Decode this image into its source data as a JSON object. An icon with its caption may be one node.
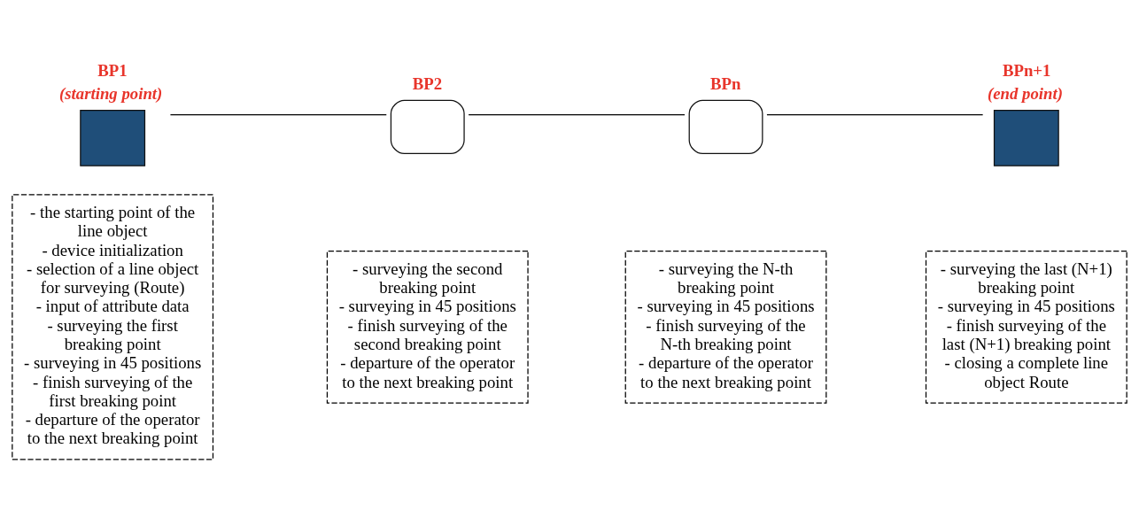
{
  "diagram": {
    "nodes": [
      {
        "text": [
          "BP1",
          "(starting point)"
        ]
      },
      {
        "text": [
          "BP2"
        ]
      },
      {
        "text": [
          "BPn"
        ]
      },
      {
        "text": [
          "BPn+1",
          "(end point)"
        ]
      },
      {
        "text": [
          "- the starting point of the line object",
          "- device initialization",
          "- selection of a line object for surveying (Route)",
          "- input of attribute data",
          "- surveying the first breaking point",
          "- surveying in 45 positions",
          "- finish surveying of the first breaking point",
          "- departure of the operator to the next breaking point"
        ]
      },
      {
        "text": [
          "- surveying the second breaking point",
          "- surveying in 45 positions",
          "- finish surveying of the second breaking point",
          "- departure of the operator to the next breaking point"
        ]
      },
      {
        "text": [
          "- surveying the N-th breaking point",
          "- surveying in 45 positions",
          "- finish surveying of the N-th breaking point",
          "- departure of the operator to the next breaking point"
        ]
      },
      {
        "text": [
          "- surveying the last (N+1) breaking point",
          "- surveying in 45 positions",
          "- finish surveying of the last (N+1) breaking point",
          "- closing a complete line object Route"
        ]
      }
    ],
    "edges": [
      {
        "from": 0,
        "to": 1,
        "arrow": "none"
      },
      {
        "from": 1,
        "to": 2,
        "arrow": "none"
      },
      {
        "from": 2,
        "to": 3,
        "arrow": "none"
      }
    ]
  }
}
